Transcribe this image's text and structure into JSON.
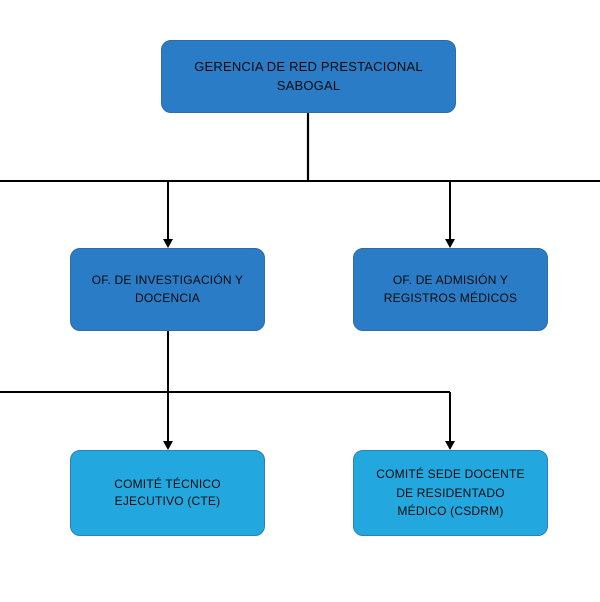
{
  "org_chart": {
    "root": {
      "label": "GERENCIA DE RED PRESTACIONAL\nSABOGAL"
    },
    "level_2": [
      {
        "label": "OF. DE INVESTIGACIÓN Y\nDOCENCIA"
      },
      {
        "label": "OF. DE ADMISIÓN Y\nREGISTROS MÉDICOS"
      }
    ],
    "level_3": [
      {
        "label": "COMITÉ TÉCNICO\nEJECUTIVO (CTE)"
      },
      {
        "label": "COMITÉ SEDE DOCENTE\nDE RESIDENTADO\nMÉDICO (CSDRM)"
      }
    ]
  },
  "colors": {
    "dark_box": "#2b7cc6",
    "light_box": "#23a7df",
    "line": "#000000"
  }
}
